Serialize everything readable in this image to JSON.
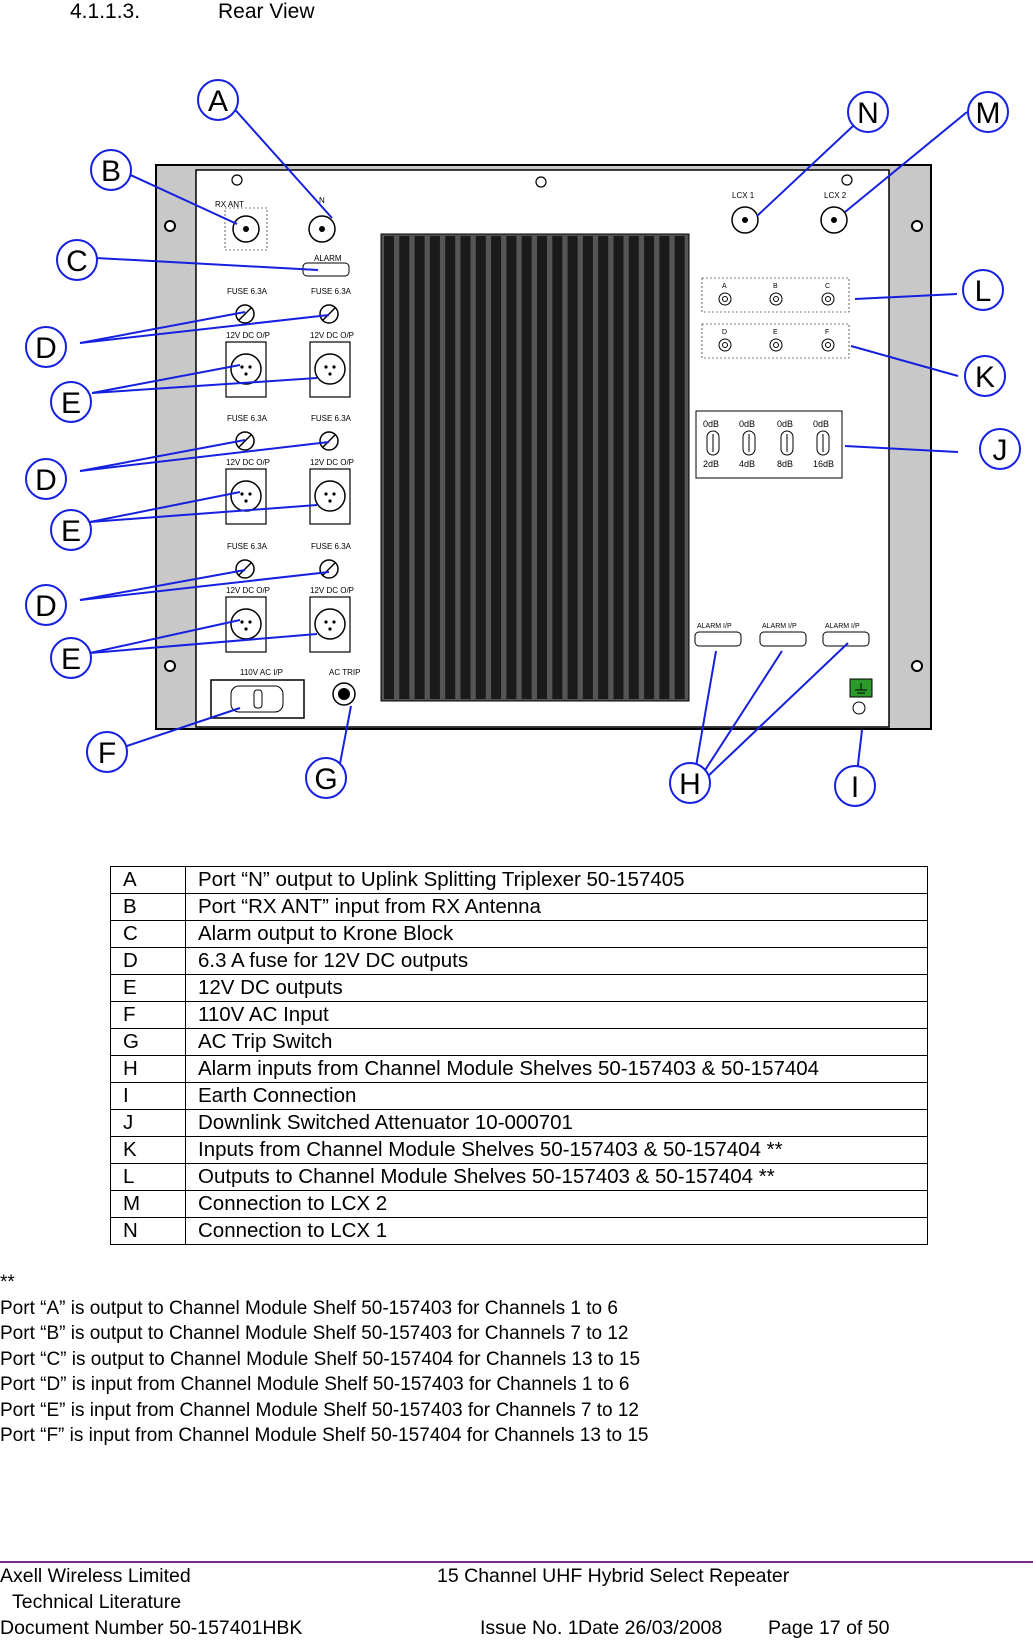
{
  "section": {
    "number": "4.1.1.3.",
    "title": "Rear View"
  },
  "panel": {
    "rx_ant": "RX ANT",
    "n": "N",
    "alarm": "ALARM",
    "fuse": "FUSE 6.3A",
    "dc_out": "12V DC O/P",
    "ac_in": "110V AC I/P",
    "ac_trip": "AC TRIP",
    "lcx1": "LCX 1",
    "lcx2": "LCX 2",
    "ports_top": [
      "A",
      "B",
      "C"
    ],
    "ports_bottom": [
      "D",
      "E",
      "F"
    ],
    "atten_top": [
      "0dB",
      "0dB",
      "0dB",
      "0dB"
    ],
    "atten_bottom": [
      "2dB",
      "4dB",
      "8dB",
      "16dB"
    ],
    "alarm_in": "ALARM I/P"
  },
  "callouts": {
    "A": "A",
    "B": "B",
    "C": "C",
    "D": "D",
    "E": "E",
    "F": "F",
    "G": "G",
    "H": "H",
    "I": "I",
    "J": "J",
    "K": "K",
    "L": "L",
    "M": "M",
    "N": "N"
  },
  "legend": [
    {
      "key": "A",
      "desc": "Port “N” output to Uplink Splitting Triplexer 50-157405"
    },
    {
      "key": "B",
      "desc": "Port “RX ANT” input from RX Antenna"
    },
    {
      "key": "C",
      "desc": "Alarm output to Krone Block"
    },
    {
      "key": "D",
      "desc": "6.3 A fuse for 12V DC outputs"
    },
    {
      "key": "E",
      "desc": "12V DC outputs"
    },
    {
      "key": "F",
      "desc": "110V AC Input"
    },
    {
      "key": "G",
      "desc": "AC Trip Switch"
    },
    {
      "key": "H",
      "desc": "Alarm inputs from Channel Module Shelves 50-157403 & 50-157404"
    },
    {
      "key": "I",
      "desc": "Earth Connection"
    },
    {
      "key": "J",
      "desc": "Downlink Switched Attenuator 10-000701"
    },
    {
      "key": "K",
      "desc": "Inputs from Channel Module Shelves 50-157403 & 50-157404 **"
    },
    {
      "key": "L",
      "desc": "Outputs to Channel Module Shelves 50-157403 & 50-157404 **"
    },
    {
      "key": "M",
      "desc": "Connection to LCX 2"
    },
    {
      "key": "N",
      "desc": "Connection to LCX 1"
    }
  ],
  "notes": {
    "marker": "**",
    "lines": [
      "Port “A” is output to Channel Module Shelf 50-157403 for Channels 1 to 6",
      "Port “B” is output to Channel Module Shelf 50-157403 for Channels 7 to 12",
      "Port “C” is output to Channel Module Shelf 50-157404 for Channels 13 to 15",
      "Port “D” is input from Channel Module Shelf 50-157403 for Channels 1 to 6",
      "Port “E” is input from Channel Module Shelf 50-157403 for Channels 7 to 12",
      "Port “F” is input from Channel Module Shelf 50-157404 for Channels 13 to 15"
    ]
  },
  "footer": {
    "company": "Axell Wireless Limited",
    "doc_title": "15 Channel UHF Hybrid Select Repeater",
    "lit": "Technical Literature",
    "doc_number": "Document Number 50-157401HBK",
    "issue": "Issue No. 1",
    "date": "Date 26/03/2008",
    "page": "Page 17 of 50"
  }
}
